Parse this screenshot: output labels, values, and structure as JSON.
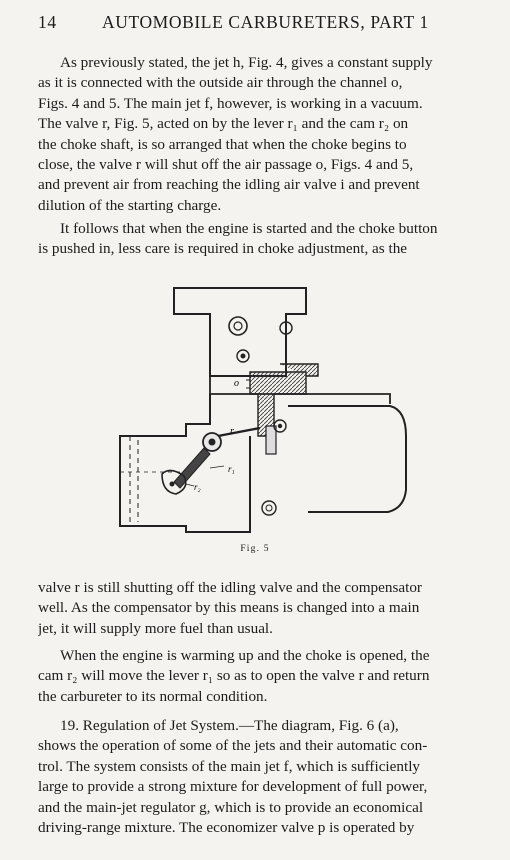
{
  "header": {
    "page_number": "14",
    "title": "AUTOMOBILE CARBURETERS, PART 1"
  },
  "paragraphs": {
    "p1": "As previously stated, the jet h, Fig. 4, gives a constant supply\nas it is connected with the outside air through the channel o,\nFigs. 4 and 5.  The main jet f, however, is working in a vacuum.\nThe valve r, Fig. 5, acted on by the lever r₁ and the cam r₂ on\nthe choke shaft, is so arranged that when the choke begins to\nclose, the valve r will shut off the air passage o, Figs. 4 and 5,\nand prevent air from reaching the idling air valve i and prevent\ndilution of the starting charge.",
    "p2": "It follows that when the engine is started and the choke button\nis pushed in, less care is required in choke adjustment, as the",
    "p3": "valve r is still shutting off the idling valve and the compensator\nwell.  As the compensator by this means is changed into a main\njet, it will supply more fuel than usual.",
    "p4": "When the engine is warming up and the choke is opened, the\ncam r₂ will move the lever r₁ so as to open the valve r and return\nthe carbureter to its normal condition.",
    "p5": "19.  Regulation of Jet System.—The diagram, Fig. 6 (a),\nshows the operation of some of the jets and their automatic con-\ntrol.  The system consists of the main jet f, which is sufficiently\nlarge to provide a strong mixture for development of full power,\nand the main-jet regulator g, which is to provide an economical\ndriving-range mixture.  The economizer valve p is operated by"
  },
  "figure": {
    "caption": "Fig. 5",
    "labels": {
      "o": "o",
      "r": "r",
      "r1": "r₁",
      "r2": "r₂"
    }
  }
}
